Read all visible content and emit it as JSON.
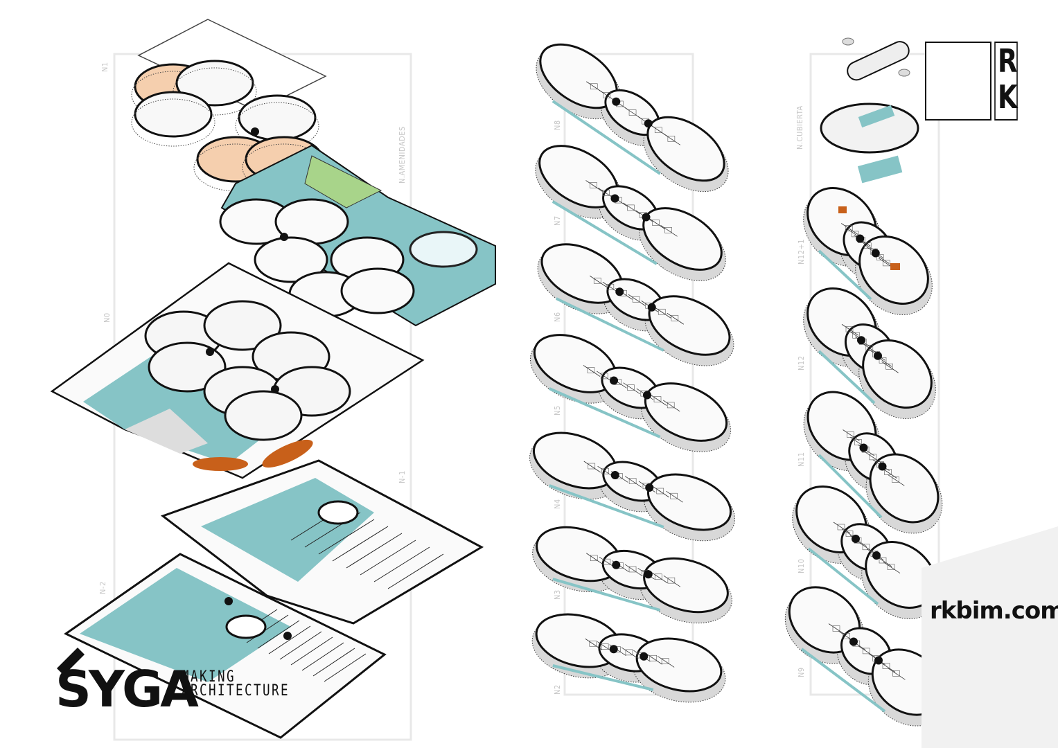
{
  "levels": {
    "left": [
      "N1",
      "N.AMENIDADES",
      "N0",
      "N-1",
      "N-2"
    ],
    "middle": [
      "N8",
      "N7",
      "N6",
      "N5",
      "N4",
      "N3",
      "N2"
    ],
    "right": [
      "N.CUBIERTA",
      "N12+1",
      "N12",
      "N11",
      "N10",
      "N9"
    ]
  },
  "branding": {
    "rk_logo": "RK",
    "website": "rkbim.com",
    "syga_logo": "SYGA",
    "syga_tagline_1": "MAKING",
    "syga_tagline_2": "ARCHITECTURE"
  },
  "colors": {
    "water": "#86c4c6",
    "accent_orange": "#c8601a",
    "peach": "#f5cfae",
    "grass": "#a8d48a",
    "wall": "#111111"
  }
}
